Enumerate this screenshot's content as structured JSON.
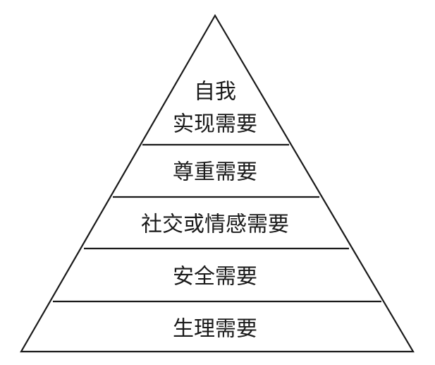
{
  "levels": [
    {
      "lines": [
        "自我",
        "实现需要"
      ]
    },
    {
      "lines": [
        "尊重需要"
      ]
    },
    {
      "lines": [
        "社交或情感需要"
      ]
    },
    {
      "lines": [
        "安全需要"
      ]
    },
    {
      "lines": [
        "生理需要"
      ]
    }
  ],
  "colors": {
    "stroke": "#1a1a1a",
    "background": "#ffffff"
  }
}
